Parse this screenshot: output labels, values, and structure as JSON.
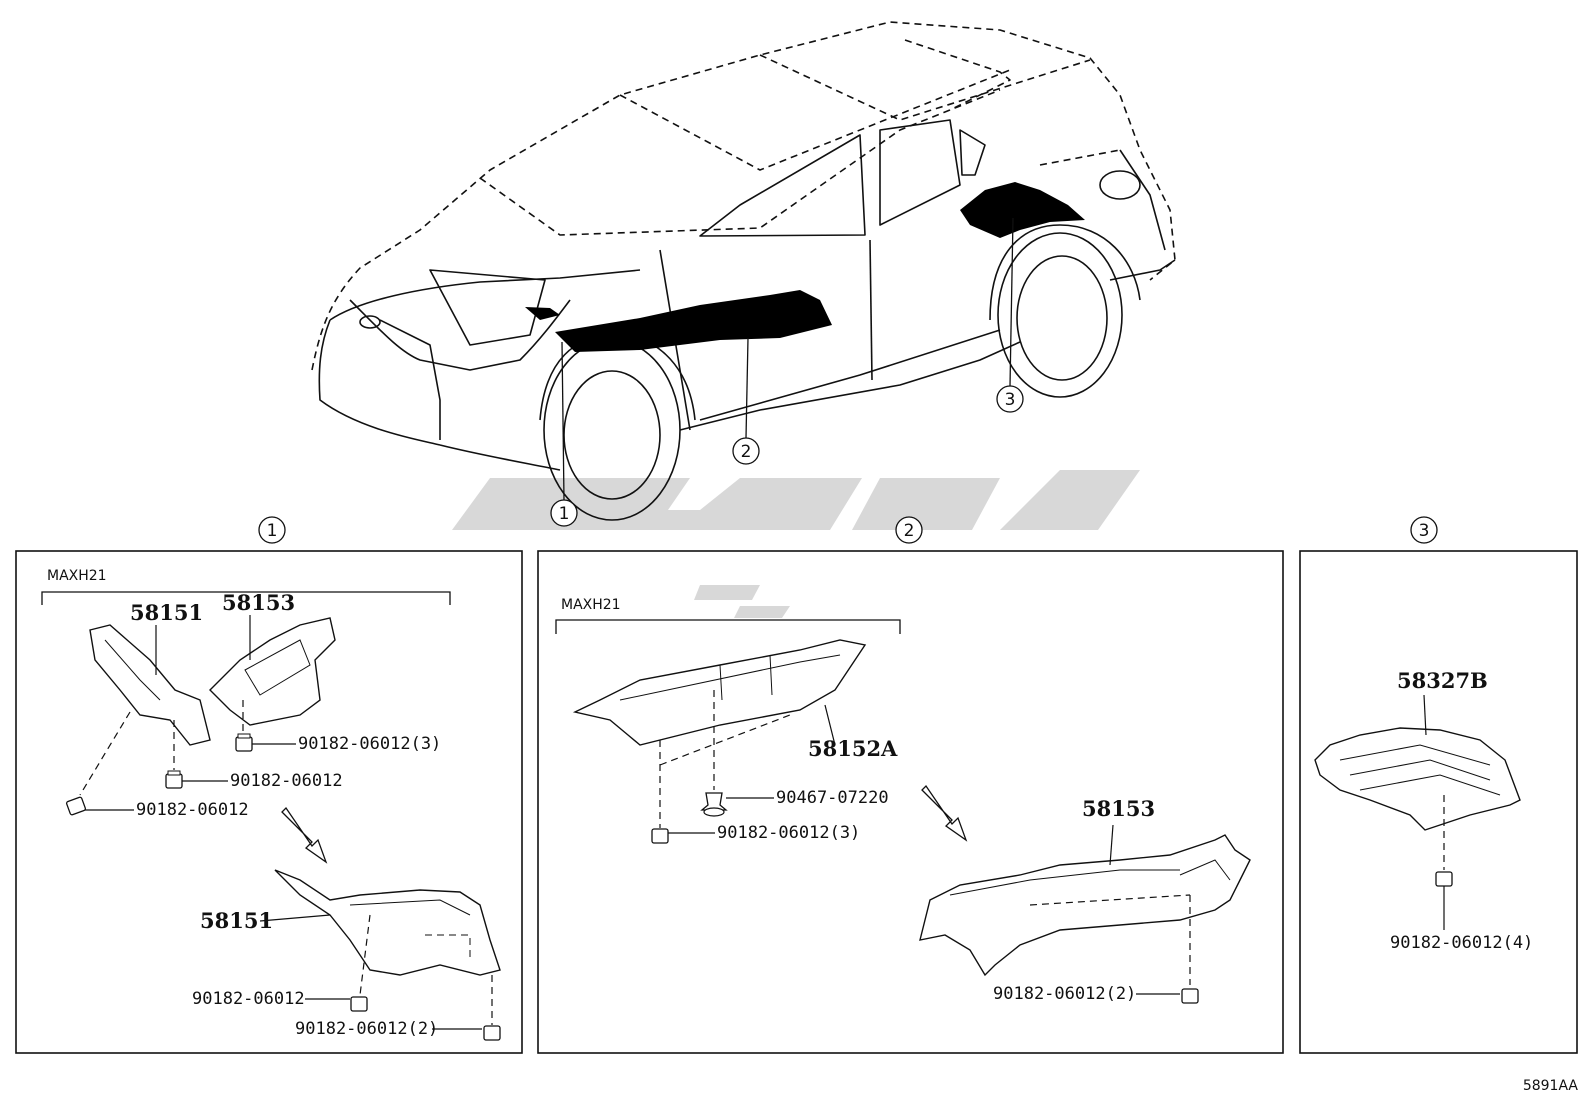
{
  "callouts": {
    "c1": "1",
    "c2": "2",
    "c3": "3"
  },
  "panels": {
    "p1": {
      "number": "1",
      "model": "MAXH21",
      "parts": {
        "a": "58151",
        "b": "58153",
        "c": "58151",
        "f1": "90182-06012(3)",
        "f2": "90182-06012",
        "f3": "90182-06012",
        "f4": "90182-06012",
        "f5": "90182-06012(2)"
      }
    },
    "p2": {
      "number": "2",
      "model": "MAXH21",
      "parts": {
        "a": "58152A",
        "b": "58153",
        "f1": "90467-07220",
        "f2": "90182-06012(3)",
        "f3": "90182-06012(2)"
      }
    },
    "p3": {
      "number": "3",
      "parts": {
        "a": "58327B",
        "f1": "90182-06012(4)"
      }
    }
  },
  "figure_code": "5891AA"
}
